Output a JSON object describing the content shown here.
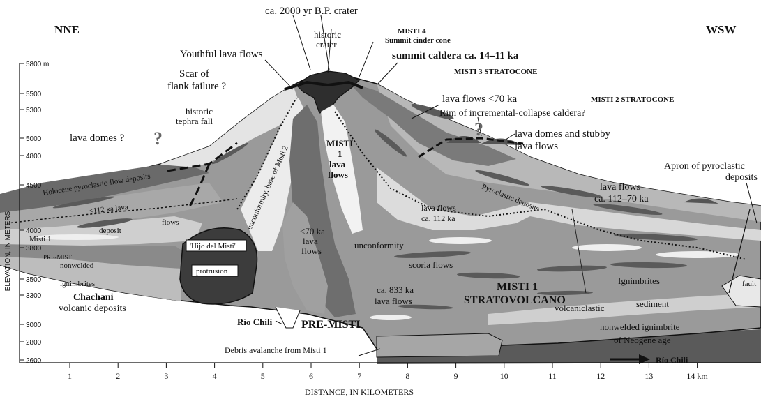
{
  "diagram": {
    "direction_left": "NNE",
    "direction_right": "WSW",
    "y_axis_label": "ELEVATION, IN METERS",
    "x_axis_label": "DISTANCE, IN KILOMETERS",
    "elevation_ticks": [
      "5800 m",
      "5500",
      "5300",
      "5000",
      "4800",
      "4500",
      "4000",
      "3800",
      "3500",
      "3300",
      "3000",
      "2800",
      "2600"
    ],
    "distance_ticks": [
      "1",
      "2",
      "3",
      "4",
      "5",
      "6",
      "7",
      "8",
      "9",
      "10",
      "11",
      "12",
      "13",
      "14 km"
    ],
    "labels": {
      "crater_2000": "ca. 2000 yr B.P. crater",
      "historic_crater_1": "historic",
      "historic_crater_2": "crater",
      "misti4_1": "MISTI 4",
      "misti4_2": "Summit cinder cone",
      "summit_caldera": "summit caldera ca. 14–11 ka",
      "misti3": "MISTI 3 STRATOCONE",
      "youthful": "Youthful lava flows",
      "scar_1": "Scar of",
      "scar_2": "flank failure ?",
      "tephra_1": "historic",
      "tephra_2": "tephra fall",
      "lava_domes_q": "lava domes ?",
      "q1": "?",
      "q2": "?",
      "lava70_top": "lava flows <70 ka",
      "rim": "Rim of incremental-collapse caldera?",
      "misti2": "MISTI 2 STRATOCONE",
      "domes_stubby_1": "lava domes and stubby",
      "domes_stubby_2": "lava flows",
      "apron_1": "Apron of pyroclastic",
      "apron_2": "deposits",
      "lava112_70_1": "lava flows",
      "lava112_70_2": "ca. 112–70 ka",
      "holocene": "Holocene pyroclastic-flow deposits",
      "le112": "≤112 ka lava",
      "flows": "flows",
      "deposit": "deposit",
      "misti1_small": "Misti 1",
      "pre_misti_small": "PRE-MISTI",
      "nonwelded": "nonwelded",
      "ignimbrites_left": "ignimbrites",
      "chachani_1": "Chachani",
      "chachani_2": "volcanic deposits",
      "hijo": "'Hijo del Misti'",
      "protrusion": "protrusion",
      "unconformity_base": "unconformity, base of Misti 2",
      "misti1_lava_1": "MISTI",
      "misti1_lava_2": "1",
      "misti1_lava_3": "lava",
      "misti1_lava_4": "flows",
      "lt70_1": "<70 ka",
      "lt70_2": "lava",
      "lt70_3": "flows",
      "pyroclastic_deposits": "Pyroclastic deposits",
      "lava112_1": "lava flows",
      "lava112_2": "ca. 112 ka",
      "unconformity": "unconformity",
      "scoria": "scoria flows",
      "lava833_1": "ca. 833 ka",
      "lava833_2": "lava flows",
      "misti1_strato_1": "MISTI 1",
      "misti1_strato_2": "STRATOVOLCANO",
      "ignimbrites_right": "Ignimbrites",
      "fault": "fault",
      "volcaniclastic": "volcaniclastic",
      "sediment": "sediment",
      "rio_chili_1": "Río Chili",
      "pre_misti_big": "PRE-MISTI",
      "nonwelded_ign": "nonwelded ignimbrite",
      "neogene": "of Neogene age",
      "debris": "Debris avalanche from Misti 1",
      "rio_chili_2": "Río Chili"
    },
    "colors": {
      "dark_unit": "#4a4a4a",
      "mid_gray": "#8e8e8e",
      "light_gray": "#c4c4c4",
      "pale": "#e6e6e6",
      "ink": "#111111"
    }
  }
}
